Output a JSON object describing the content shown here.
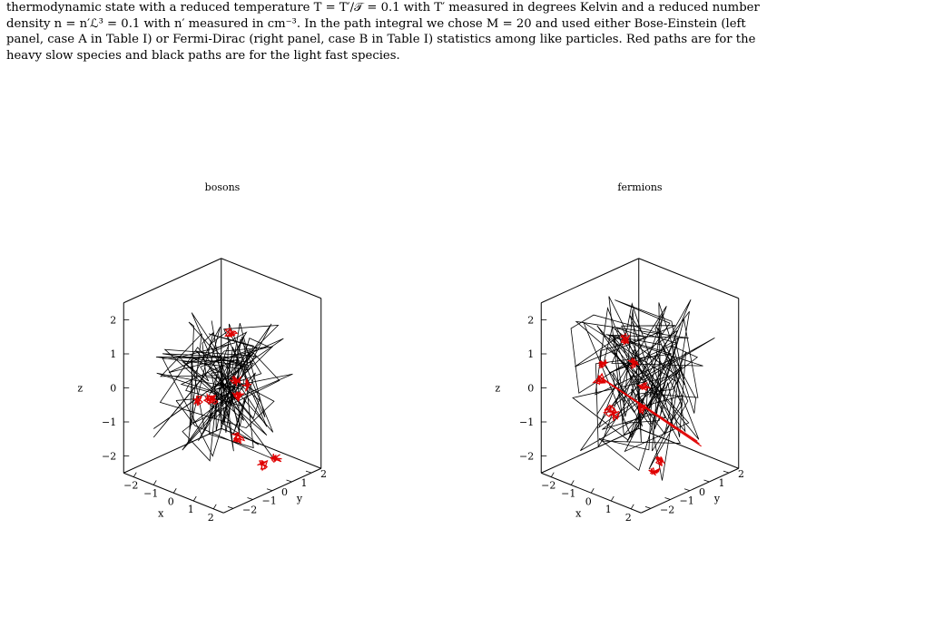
{
  "caption": {
    "line1": "thermodynamic state with a reduced temperature T = T′/𝒯 = 0.1 with T′ measured in degrees Kelvin and a reduced number",
    "line2": "density n = n′ℒ³ = 0.1 with n′ measured in cm⁻³. In the path integral we chose M = 20 and used either Bose-Einstein (left",
    "line3": "panel, case A in Table I) or Fermi-Dirac (right panel, case B in Table I) statistics among like particles. Red paths are for the",
    "line4": "heavy slow species and black paths are for the light fast species."
  },
  "colors": {
    "heavy": "#e00000",
    "light": "#000000"
  },
  "chart_data": [
    {
      "type": "scatter",
      "title": "bosons",
      "xlabel": "x",
      "ylabel": "y",
      "zlabel": "z",
      "xticks": [
        "−2",
        "−1",
        "0",
        "1",
        "2"
      ],
      "yticks": [
        "−2",
        "−1",
        "0",
        "1",
        "2"
      ],
      "zticks": [
        "−2",
        "−1",
        "0",
        "1",
        "2"
      ],
      "xlim": [
        -2.5,
        2.5
      ],
      "ylim": [
        -2.5,
        2.5
      ],
      "zlim": [
        -2.5,
        2.5
      ],
      "series": [
        {
          "name": "Red paths are for the heavy slow species",
          "color": "#e00000"
        },
        {
          "name": "black paths are for the light fast species",
          "color": "#000000"
        }
      ]
    },
    {
      "type": "scatter",
      "title": "fermions",
      "xlabel": "x",
      "ylabel": "y",
      "zlabel": "z",
      "xticks": [
        "−2",
        "−1",
        "0",
        "1",
        "2"
      ],
      "yticks": [
        "−2",
        "−1",
        "0",
        "1",
        "2"
      ],
      "zticks": [
        "−2",
        "−1",
        "0",
        "1",
        "2"
      ],
      "xlim": [
        -2.5,
        2.5
      ],
      "ylim": [
        -2.5,
        2.5
      ],
      "zlim": [
        -2.5,
        2.5
      ],
      "series": [
        {
          "name": "Red paths are for the heavy slow species",
          "color": "#e00000"
        },
        {
          "name": "black paths are for the light fast species",
          "color": "#000000"
        }
      ]
    }
  ]
}
